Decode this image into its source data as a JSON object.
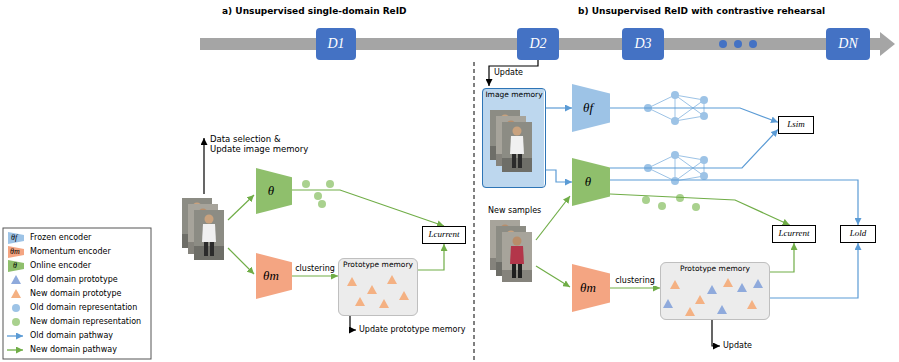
{
  "diagram": {
    "nodes": [
      {
        "text": [
          "D1"
        ]
      },
      {
        "text": [
          "D2"
        ]
      },
      {
        "text": [
          "D3"
        ]
      },
      {
        "text": [
          "DN"
        ]
      },
      {
        "text": [
          "θ"
        ]
      },
      {
        "text": [
          "θm"
        ]
      },
      {
        "text": [
          "Prototype memory"
        ]
      },
      {
        "text": [
          "Lcurrent"
        ]
      },
      {
        "text": [
          "Image memory"
        ]
      },
      {
        "text": [
          "θf"
        ]
      },
      {
        "text": [
          "θ"
        ]
      },
      {
        "text": [
          "θm"
        ]
      },
      {
        "text": [
          "Prototype memory"
        ]
      },
      {
        "text": [
          "Lsim"
        ]
      },
      {
        "text": [
          "Lcurrent"
        ]
      },
      {
        "text": [
          "Lold"
        ]
      }
    ],
    "edges": [
      {
        "from": 5,
        "to": 6,
        "label": "clustering",
        "arrow": "to"
      },
      {
        "from": 6,
        "to": 7,
        "arrow": "to"
      },
      {
        "from": 4,
        "to": 7,
        "arrow": "to"
      },
      {
        "from": 8,
        "to": 9,
        "arrow": "to"
      },
      {
        "from": 8,
        "to": 10,
        "arrow": "to"
      },
      {
        "from": 9,
        "to": 13,
        "arrow": "to"
      },
      {
        "from": 10,
        "to": 13,
        "arrow": "to"
      },
      {
        "from": 10,
        "to": 14,
        "arrow": "to"
      },
      {
        "from": 10,
        "to": 15,
        "arrow": "to"
      },
      {
        "from": 11,
        "to": 12,
        "label": "clustering",
        "arrow": "to"
      },
      {
        "from": 12,
        "to": 14,
        "arrow": "to"
      },
      {
        "from": 12,
        "to": 15,
        "arrow": "to"
      }
    ],
    "labels": [
      "a) Unsupervised single-domain ReID",
      "b) Unsupervised ReID with contrastive rehearsal",
      "θf",
      "θm",
      "θ",
      "Data selection & Update image memory",
      "Update prototype memory",
      "Update",
      "New samples",
      "Update"
    ],
    "legend": [
      {
        "text": "Frozen encoder"
      },
      {
        "text": "Momentum encoder"
      },
      {
        "text": "Online encoder"
      },
      {
        "text": "Old domain prototype"
      },
      {
        "text": "New domain prototype"
      },
      {
        "text": "Old domain representation"
      },
      {
        "text": "New domain representation"
      },
      {
        "text": "Old domain pathway"
      },
      {
        "text": "New domain pathway"
      }
    ]
  }
}
